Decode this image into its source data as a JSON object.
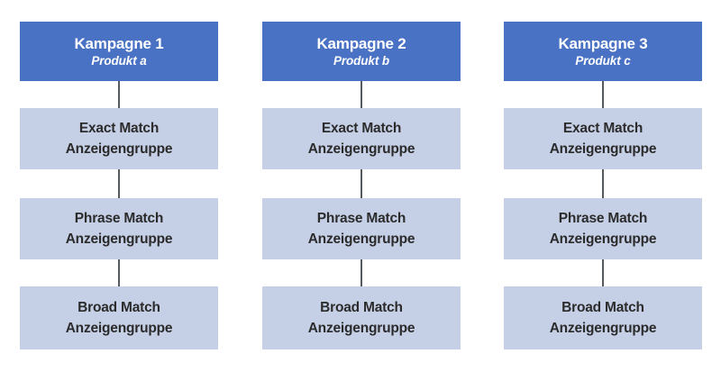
{
  "diagram": {
    "type": "hierarchy-tree",
    "background_color": "#ffffff",
    "campaign_color": "#4a72c4",
    "adgroup_color": "#c5cfe5",
    "connector_color": "#555a5e",
    "campaign_text_color": "#ffffff",
    "adgroup_text_color": "#2b2b2b",
    "columns": [
      {
        "campaign": {
          "title": "Kampagne 1",
          "subtitle": "Produkt a"
        },
        "adgroups": [
          {
            "line1": "Exact Match",
            "line2": "Anzeigengruppe"
          },
          {
            "line1": "Phrase Match",
            "line2": "Anzeigengruppe"
          },
          {
            "line1": "Broad Match",
            "line2": "Anzeigengruppe"
          }
        ]
      },
      {
        "campaign": {
          "title": "Kampagne 2",
          "subtitle": "Produkt b"
        },
        "adgroups": [
          {
            "line1": "Exact Match",
            "line2": "Anzeigengruppe"
          },
          {
            "line1": "Phrase Match",
            "line2": "Anzeigengruppe"
          },
          {
            "line1": "Broad Match",
            "line2": "Anzeigengruppe"
          }
        ]
      },
      {
        "campaign": {
          "title": "Kampagne 3",
          "subtitle": "Produkt c"
        },
        "adgroups": [
          {
            "line1": "Exact Match",
            "line2": "Anzeigengruppe"
          },
          {
            "line1": "Phrase Match",
            "line2": "Anzeigengruppe"
          },
          {
            "line1": "Broad Match",
            "line2": "Anzeigengruppe"
          }
        ]
      }
    ]
  }
}
